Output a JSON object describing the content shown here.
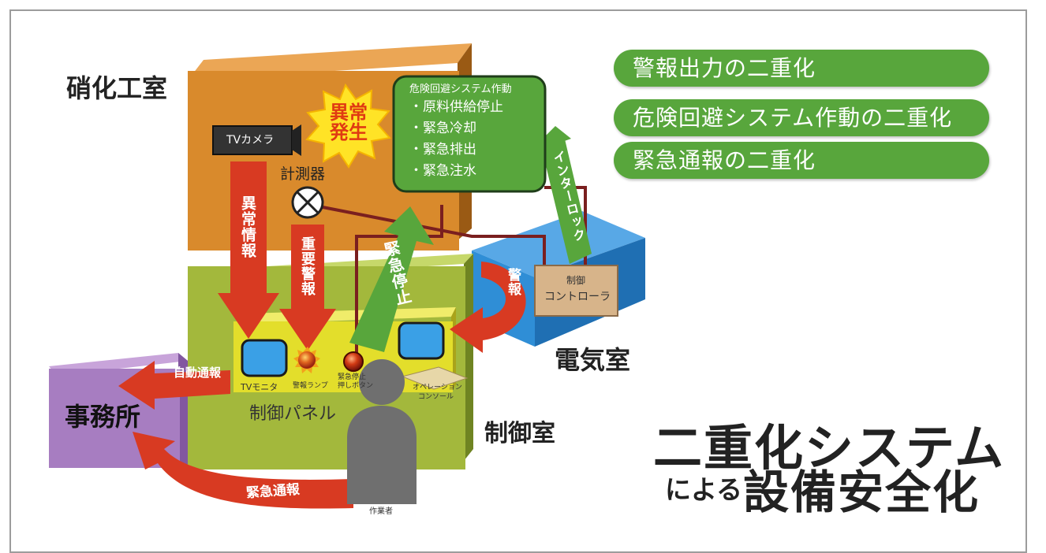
{
  "header_pills": [
    "警報出力の二重化",
    "危険回避システム作動の二重化",
    "緊急通報の二重化"
  ],
  "rooms": {
    "nitration": "硝化工室",
    "electrical": "電気室",
    "control_room": "制御室",
    "office": "事務所"
  },
  "abnormal": "異常発生",
  "devices": {
    "tv_camera": "TVカメラ",
    "instrument": "計測器",
    "controller_line1": "制御",
    "controller_line2": "コントローラ",
    "tv_monitor": "TVモニタ",
    "alarm_lamp": "警報ランプ",
    "emergency_stop_line1": "緊急停止",
    "emergency_stop_line2": "押しボタン",
    "console_line1": "オペレーション",
    "console_line2": "コンソール",
    "control_panel": "制御パネル",
    "operator": "作業者"
  },
  "avoidance_box": {
    "title": "危険回避システム作動",
    "items": [
      "・原料供給停止",
      "・緊急冷却",
      "・緊急排出",
      "・緊急注水"
    ]
  },
  "arrows": {
    "abnormal_info": "異常情報",
    "important_alarm": "重要警報",
    "emergency_stop": "緊急停止",
    "interlock": "インターロック",
    "alarm": "警報",
    "auto_report": "自動通報",
    "emergency_report": "緊急通報"
  },
  "title": {
    "line1": "二重化システム",
    "line2_small": "による",
    "line2_big": "設備安全化"
  },
  "colors": {
    "nitration_room": "#d98a2c",
    "electrical_room": "#2f8ed6",
    "control_room": "#a3b83c",
    "office": "#a77dc1",
    "panel": "#e3de2b",
    "green": "#58a63c",
    "red_arrow": "#d83a22",
    "wire": "#7a1f1f"
  }
}
